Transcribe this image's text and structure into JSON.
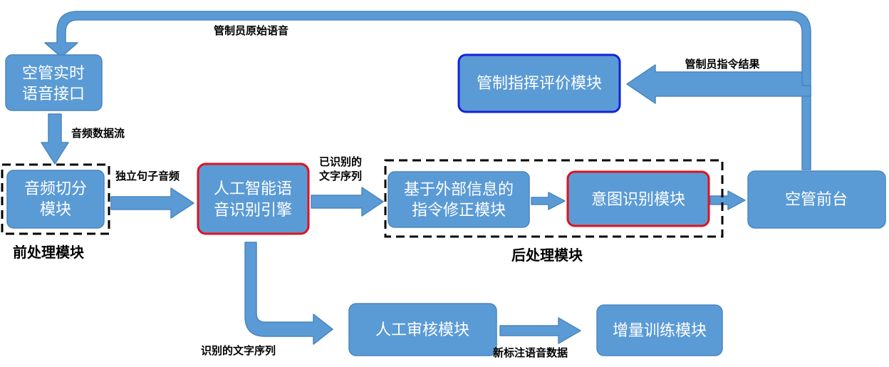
{
  "colors": {
    "box_fill": "#5b9bd5",
    "arrow_fill": "#5b9bd5",
    "highlight_red": "#e3101d",
    "highlight_blue": "#1622d6",
    "text_on_box": "#ffffff"
  },
  "nodes": {
    "atc_interface": [
      "空管实时",
      "语音接口"
    ],
    "audio_segment": [
      "音频切分",
      "模块"
    ],
    "asr_engine": [
      "人工智能语",
      "音识别引擎"
    ],
    "correction": [
      "基于外部信息的",
      "指令修正模块"
    ],
    "intent": "意图识别模块",
    "atc_frontend": "空管前台",
    "evaluation": "管制指挥评价模块",
    "review": "人工审核模块",
    "training": "增量训练模块"
  },
  "edge_labels": {
    "original_voice": "管制员原始语音",
    "command_result": "管制员指令结果",
    "audio_stream": "音频数据流",
    "sentence_audio": "独立句子音频",
    "recognized_seq": [
      "已识别的",
      "文字序列"
    ],
    "recognized_seq_review": "识别的文字序列",
    "new_labeled_data": "新标注语音数据"
  },
  "groups": {
    "pre": "前处理模块",
    "post": "后处理模块"
  }
}
